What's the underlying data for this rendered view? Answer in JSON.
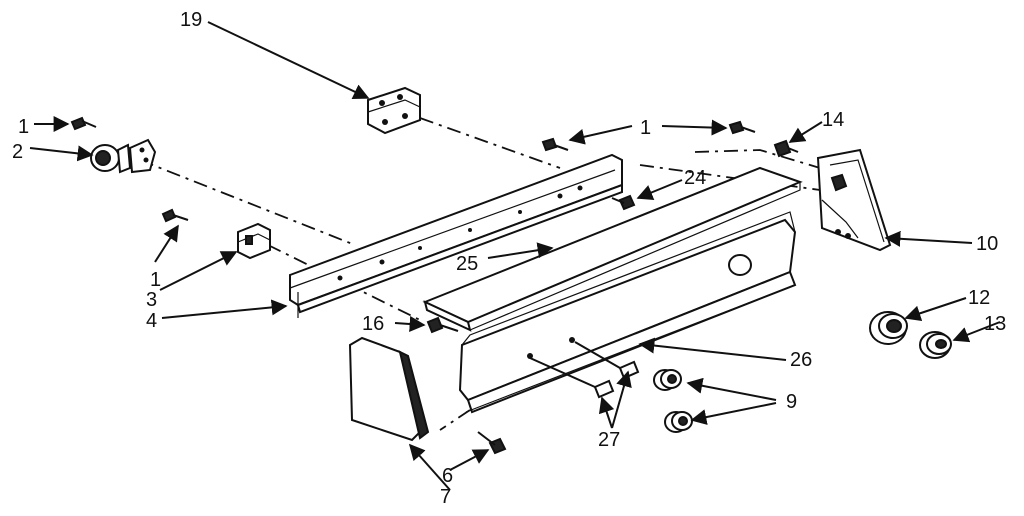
{
  "diagram": {
    "labels": {
      "l19": "19",
      "l1a": "1",
      "l2": "2",
      "l1b": "1",
      "l14": "14",
      "l24": "24",
      "l10": "10",
      "l1c": "1",
      "l3": "3",
      "l4": "4",
      "l25": "25",
      "l12": "12",
      "l13": "13",
      "l16": "16",
      "l26": "26",
      "l9": "9",
      "l27": "27",
      "l6": "6",
      "l7": "7"
    }
  }
}
